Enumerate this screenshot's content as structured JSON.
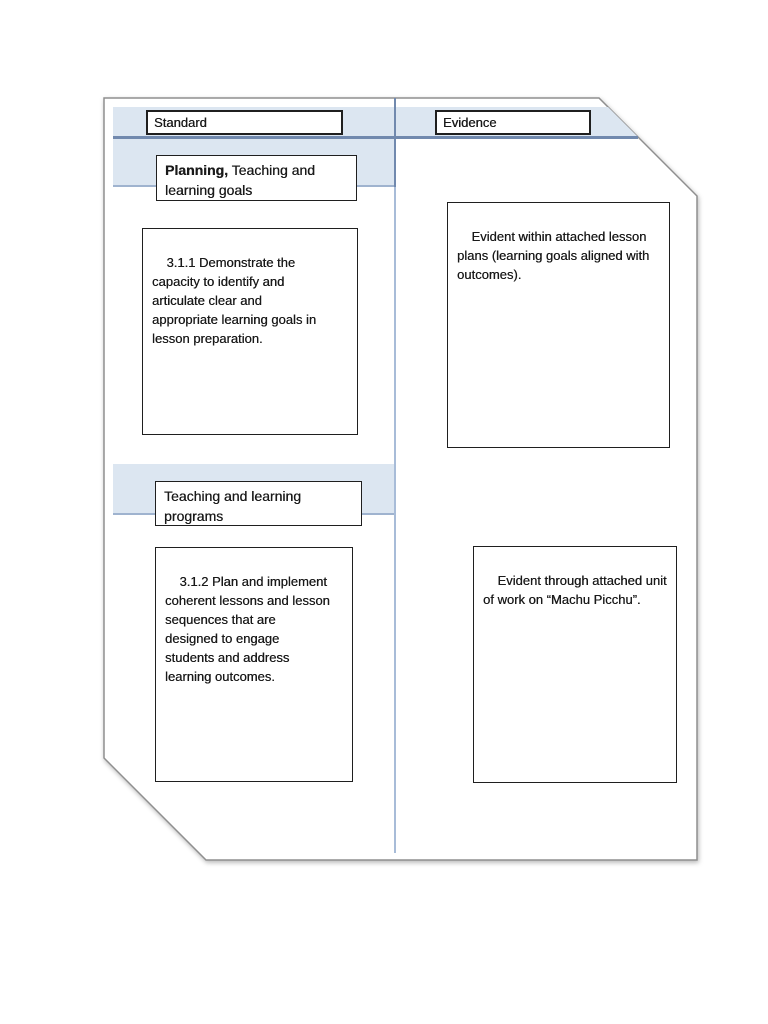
{
  "document": {
    "table": {
      "standard_header": "Standard",
      "evidence_header": "Evidence"
    },
    "rows": [
      {
        "category_lead": "Planning,",
        "category_rest": " Teaching and\nlearning goals",
        "standard_text": "3.1.1 Demonstrate the\ncapacity to identify and\narticulate clear and\nappropriate learning goals in\nlesson preparation.",
        "evidence_text": "Evident within attached lesson\nplans (learning goals aligned with\noutcomes)."
      },
      {
        "category_lead": "",
        "category_rest": "Teaching and learning\nprograms",
        "standard_text": "3.1.2 Plan and implement\ncoherent lessons and lesson\nsequences that are\ndesigned to engage\nstudents and address\nlearning outcomes.",
        "evidence_text": "Evident through attached unit\nof work on “Machu Picchu”."
      }
    ]
  },
  "colors": {
    "band": "#dce6f1",
    "header-underline": "#7189ae",
    "row-underline": "#9fb3cf",
    "divider": "#a8bcd8",
    "page-border": "#8f8f8f",
    "box-border": "#1f1f1f",
    "text": "#1a1a1a"
  }
}
